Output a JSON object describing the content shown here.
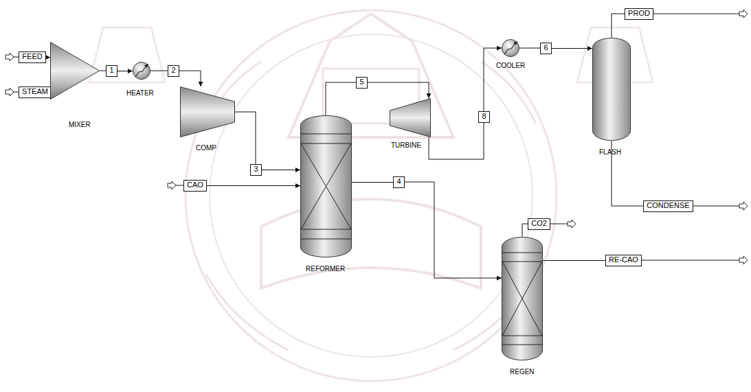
{
  "diagram": {
    "nodes": [
      {
        "text": [
          "FEED"
        ]
      },
      {
        "text": [
          "STEAM"
        ]
      },
      {
        "text": [
          "MIXER"
        ]
      },
      {
        "text": [
          "1"
        ]
      },
      {
        "text": [
          "HEATER"
        ]
      },
      {
        "text": [
          "2"
        ]
      },
      {
        "text": [
          "COMP"
        ]
      },
      {
        "text": [
          "3"
        ]
      },
      {
        "text": [
          "REFORMER"
        ]
      },
      {
        "text": [
          "CAO"
        ]
      },
      {
        "text": [
          "5"
        ]
      },
      {
        "text": [
          "TURBINE"
        ]
      },
      {
        "text": [
          "8"
        ]
      },
      {
        "text": [
          "COOLER"
        ]
      },
      {
        "text": [
          "6"
        ]
      },
      {
        "text": [
          "FLASH"
        ]
      },
      {
        "text": [
          "PROD"
        ]
      },
      {
        "text": [
          "4"
        ]
      },
      {
        "text": [
          "REGEN"
        ]
      },
      {
        "text": [
          "CO2"
        ]
      },
      {
        "text": [
          "CONDENSE"
        ]
      },
      {
        "text": [
          "RE-CAO"
        ]
      }
    ],
    "edges": [
      {
        "from": 0,
        "to": 2,
        "arrow": "to"
      },
      {
        "from": 1,
        "to": 2,
        "arrow": "to"
      },
      {
        "from": 2,
        "to": 3,
        "arrow": "none"
      },
      {
        "from": 3,
        "to": 4,
        "arrow": "to"
      },
      {
        "from": 4,
        "to": 5,
        "arrow": "none"
      },
      {
        "from": 5,
        "to": 6,
        "arrow": "to"
      },
      {
        "from": 6,
        "to": 7,
        "arrow": "none"
      },
      {
        "from": 7,
        "to": 8,
        "arrow": "to"
      },
      {
        "from": 9,
        "to": 8,
        "arrow": "to"
      },
      {
        "from": 8,
        "to": 10,
        "arrow": "none"
      },
      {
        "from": 10,
        "to": 11,
        "arrow": "to"
      },
      {
        "from": 11,
        "to": 12,
        "arrow": "none"
      },
      {
        "from": 12,
        "to": 13,
        "arrow": "to"
      },
      {
        "from": 13,
        "to": 14,
        "arrow": "none"
      },
      {
        "from": 14,
        "to": 15,
        "arrow": "to"
      },
      {
        "from": 15,
        "to": 16,
        "arrow": "none"
      },
      {
        "from": 8,
        "to": 17,
        "arrow": "none"
      },
      {
        "from": 17,
        "to": 18,
        "arrow": "to"
      },
      {
        "from": 18,
        "to": 19,
        "arrow": "none"
      },
      {
        "from": 15,
        "to": 20,
        "arrow": "none"
      },
      {
        "from": 18,
        "to": 21,
        "arrow": "none"
      }
    ]
  }
}
